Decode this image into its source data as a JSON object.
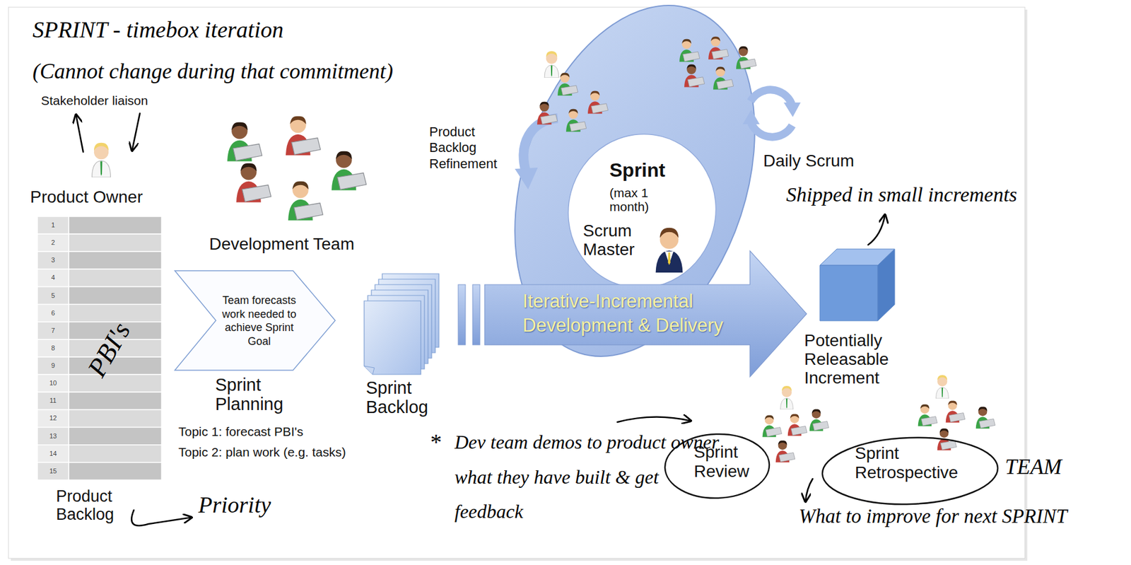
{
  "diagram": {
    "nodes": [
      {
        "text": [
          "PBI's",
          "Product Backlog"
        ]
      },
      {
        "text": [
          "Team forecasts work needed to achieve Sprint Goal",
          "Sprint Planning"
        ]
      },
      {
        "text": [
          "Sprint Backlog"
        ]
      },
      {
        "text": [
          "Sprint",
          "(max 1 month)",
          "Scrum Master"
        ]
      },
      {
        "text": [
          "Iterative-Incremental Development & Delivery"
        ]
      },
      {
        "text": [
          "Potentially Releasable Increment"
        ]
      },
      {
        "text": [
          "Sprint Review"
        ]
      },
      {
        "text": [
          "Sprint Retrospective"
        ]
      }
    ],
    "labels": [
      "SPRINT - timebox iteration",
      "(Cannot change during that commitment)",
      "Stakeholder liaison",
      "Product Owner",
      "Development Team",
      "1",
      "2",
      "3",
      "4",
      "5",
      "6",
      "7",
      "8",
      "9",
      "10",
      "11",
      "12",
      "13",
      "14",
      "15",
      "Product Backlog Refinement",
      "Daily Scrum",
      "Shipped in small increments",
      "Topic 1: forecast PBI's",
      "Topic 2: plan work (e.g. tasks)",
      "Priority",
      "*",
      "Dev team demos to product owner what they have built & get feedback",
      "TEAM",
      "What to improve for next SPRINT"
    ]
  }
}
